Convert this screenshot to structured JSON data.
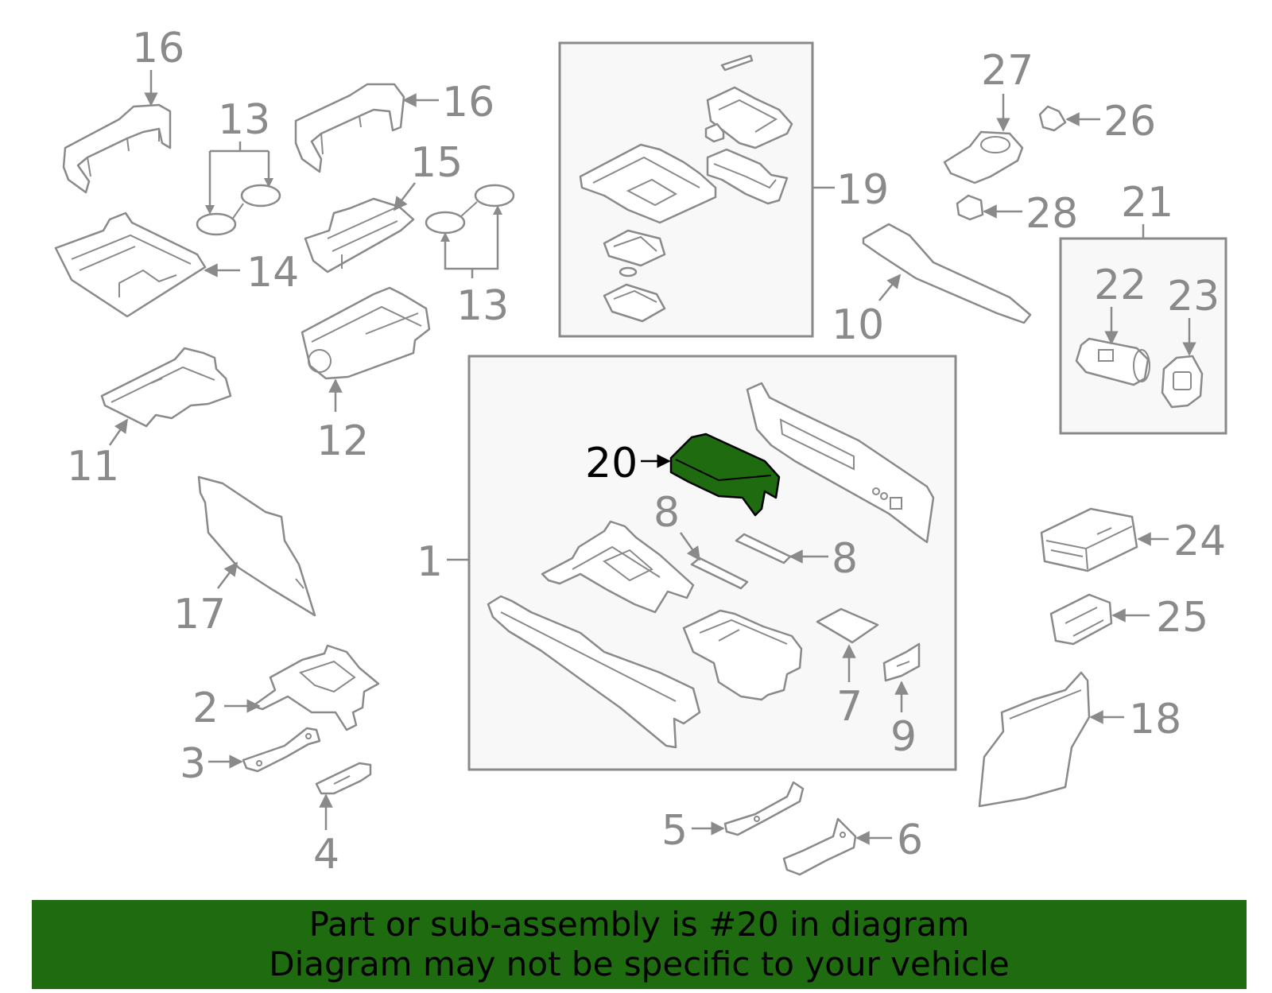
{
  "colors": {
    "line": "#8a8a8a",
    "highlight": "#1e6b10",
    "banner": "#1e6b10",
    "box_fill": "#f8f8f8"
  },
  "labels": {
    "l1": "1",
    "l2": "2",
    "l3": "3",
    "l4": "4",
    "l5": "5",
    "l6": "6",
    "l7": "7",
    "l8a": "8",
    "l8b": "8",
    "l9": "9",
    "l10": "10",
    "l11": "11",
    "l12": "12",
    "l13a": "13",
    "l13b": "13",
    "l14": "14",
    "l15": "15",
    "l16a": "16",
    "l16b": "16",
    "l17": "17",
    "l18": "18",
    "l19": "19",
    "l20": "20",
    "l21": "21",
    "l22": "22",
    "l23": "23",
    "l24": "24",
    "l25": "25",
    "l26": "26",
    "l27": "27",
    "l28": "28"
  },
  "highlighted_part": "20",
  "banner": {
    "line1": "Part or sub-assembly is #20 in diagram",
    "line2": "Diagram may not be specific to your vehicle"
  }
}
